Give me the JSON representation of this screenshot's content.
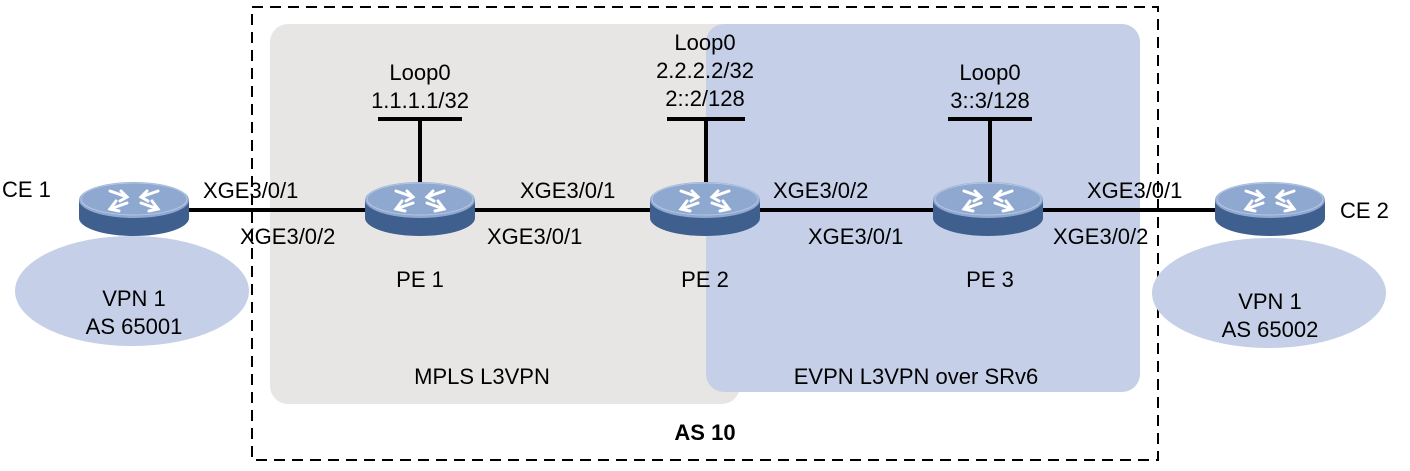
{
  "diagram": {
    "as_label": "AS 10",
    "regions": {
      "mpls": {
        "label": "MPLS L3VPN",
        "color": "#e7e6e5"
      },
      "evpn": {
        "label": "EVPN L3VPN over SRv6",
        "color": "#c5d0e8"
      }
    },
    "sites": {
      "left": {
        "vpn": "VPN 1",
        "as": "AS 65001"
      },
      "right": {
        "vpn": "VPN 1",
        "as": "AS 65002"
      }
    },
    "devices": {
      "ce1": {
        "label": "CE 1"
      },
      "pe1": {
        "label": "PE 1",
        "loopback": [
          "Loop0",
          "1.1.1.1/32"
        ]
      },
      "pe2": {
        "label": "PE 2",
        "loopback": [
          "Loop0",
          "2.2.2.2/32",
          "2::2/128"
        ]
      },
      "pe3": {
        "label": "PE 3",
        "loopback": [
          "Loop0",
          "3::3/128"
        ]
      },
      "ce2": {
        "label": "CE 2"
      }
    },
    "interfaces": {
      "ce1_pe1": "XGE3/0/1",
      "pe1_ce1": "XGE3/0/2",
      "pe1_pe2": "XGE3/0/1",
      "pe2_pe1": "XGE3/0/1",
      "pe2_pe3": "XGE3/0/2",
      "pe3_pe2": "XGE3/0/1",
      "pe3_ce2": "XGE3/0/2",
      "ce2_pe3": "XGE3/0/1"
    },
    "colors": {
      "router_top": "#8fa8d0",
      "router_side": "#3f5f8f",
      "site_ellipse": "#c5d0e8",
      "line": "#000000"
    }
  }
}
